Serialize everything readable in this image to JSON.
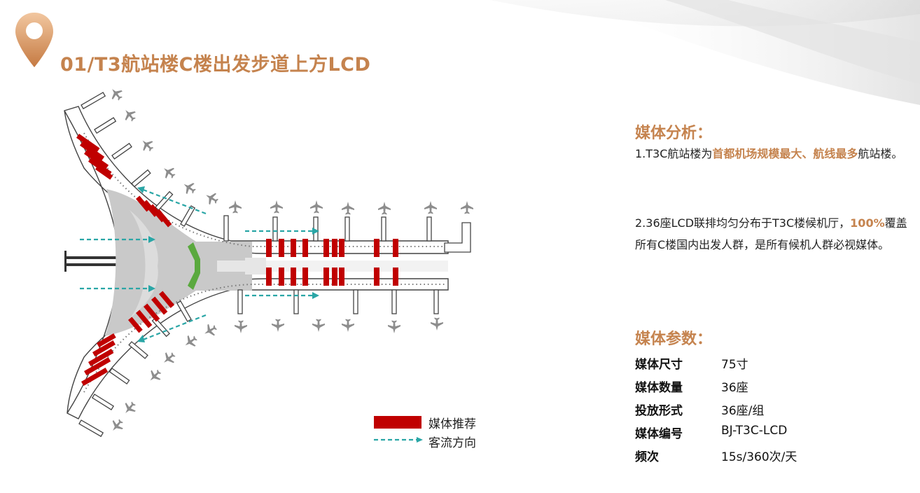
{
  "header": {
    "title": "01/T3航站楼C楼出发步道上方LCD"
  },
  "legend": {
    "media_label": "媒体推荐",
    "flow_label": "客流方向"
  },
  "colors": {
    "accent": "#c5834e",
    "media_red": "#c00000",
    "flow_teal": "#2aa6a6",
    "highlight_green": "#5aa93e",
    "terminal_gray": "#c9c9c9"
  },
  "analysis": {
    "heading": "媒体分析：",
    "p1_prefix": "1.T3C航站楼为",
    "p1_highlight": "首都机场规模最大、航线最多",
    "p1_suffix": "航站楼。",
    "p2_prefix": "2.36座LCD联排均匀分布于T3C楼候机厅，",
    "p2_highlight": "100%",
    "p2_suffix": "覆盖所有C楼国内出发人群，是所有候机人群必视媒体。"
  },
  "params": {
    "heading": "媒体参数：",
    "rows": [
      {
        "key": "媒体尺寸",
        "value": "75寸"
      },
      {
        "key": "媒体数量",
        "value": "36座"
      },
      {
        "key": "投放形式",
        "value": "36座/组"
      },
      {
        "key": "媒体编号",
        "value": "BJ-T3C-LCD"
      },
      {
        "key": "频次",
        "value": "15s/360次/天"
      }
    ]
  }
}
